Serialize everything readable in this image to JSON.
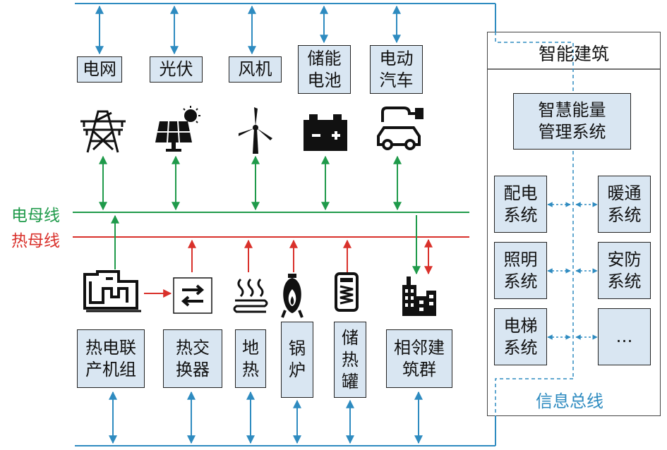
{
  "colors": {
    "info_bus": "#2e8bc0",
    "electric_bus": "#1f9a4a",
    "heat_bus": "#d9312b",
    "box_fill": "#d9e6f2"
  },
  "sources": [
    {
      "label": "电网",
      "icon": "transmission-tower-icon"
    },
    {
      "label": "光伏",
      "icon": "solar-panel-icon"
    },
    {
      "label": "风机",
      "icon": "wind-turbine-icon"
    },
    {
      "label": "储能\n电池",
      "icon": "battery-icon"
    },
    {
      "label": "电动\n汽车",
      "icon": "electric-car-icon"
    }
  ],
  "buses": {
    "electric": "电母线",
    "heat": "热母线"
  },
  "loads": [
    {
      "label": "热电联\n产机组",
      "icon": "chp-unit-icon"
    },
    {
      "label": "热交\n换器",
      "icon": "heat-exchanger-icon"
    },
    {
      "label": "地\n热",
      "icon": "geothermal-icon"
    },
    {
      "label": "锅\n炉",
      "icon": "boiler-icon"
    },
    {
      "label": "储\n热\n罐",
      "icon": "heat-storage-tank-icon"
    },
    {
      "label": "相邻建\n筑群",
      "icon": "buildings-icon"
    }
  ],
  "smart_building": {
    "title": "智能建筑",
    "ems": "智慧能量\n管理系统",
    "systems": [
      "配电\n系统",
      "暖通\n系统",
      "照明\n系统",
      "安防\n系统",
      "电梯\n系统",
      "…"
    ],
    "info_bus_label": "信息总线"
  }
}
